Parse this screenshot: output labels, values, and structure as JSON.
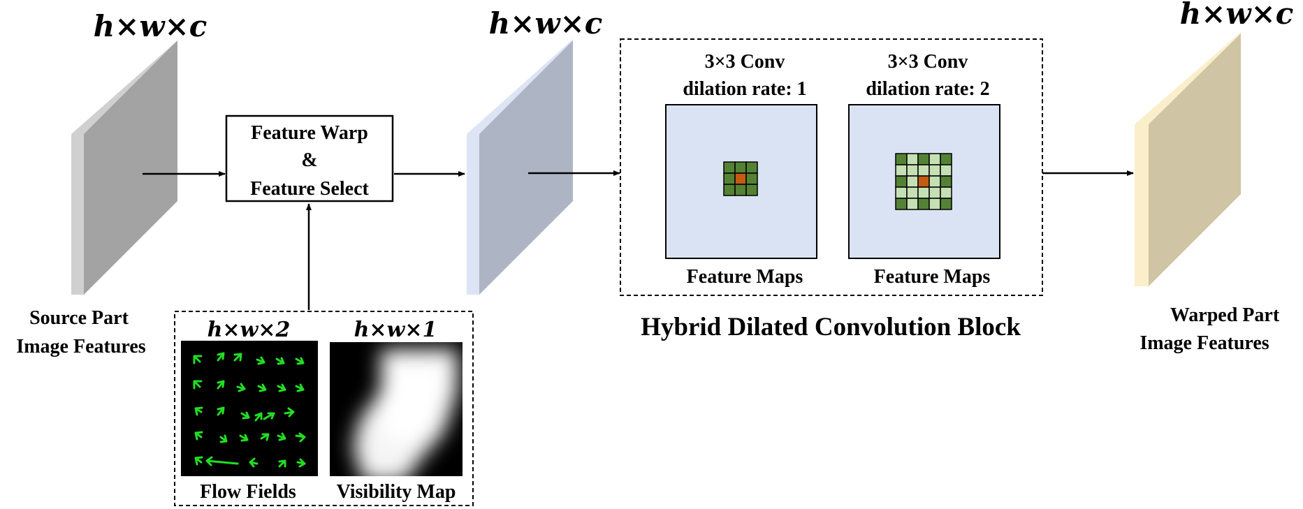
{
  "source": {
    "dims": "h×w×c",
    "label_line1": "Source Part",
    "label_line2": "Image Features"
  },
  "warp_block": {
    "line1": "Feature Warp",
    "line2": "&",
    "line3": "Feature Select"
  },
  "intermediate": {
    "dims": "h×w×c"
  },
  "inputs": {
    "flow_dims": "h×w×2",
    "flow_label": "Flow Fields",
    "visibility_dims": "h×w×1",
    "visibility_label": "Visibility Map"
  },
  "hdc_block": {
    "title": "Hybrid Dilated Convolution Block",
    "conv1_line1": "3×3 Conv",
    "conv1_line2": "dilation rate: 1",
    "conv2_line1": "3×3 Conv",
    "conv2_line2": "dilation rate: 2",
    "map1_label": "Feature Maps",
    "map2_label": "Feature Maps"
  },
  "output": {
    "dims": "h×w×c",
    "label_line1": "Warped Part",
    "label_line2": "Image Features"
  },
  "colors": {
    "source_front": "#a3a3a3",
    "source_side": "#d0d0d0",
    "intermediate_front": "#adb5c5",
    "intermediate_side": "#dde4f4",
    "output_front": "#cfc4a3",
    "output_side": "#fbeecb",
    "feature_map_fill": "#dae3f3",
    "kernel_green": "#548235",
    "kernel_light_green": "#c5e0b4",
    "kernel_center": "#c55a11",
    "flow_arrow": "#22dd22"
  }
}
